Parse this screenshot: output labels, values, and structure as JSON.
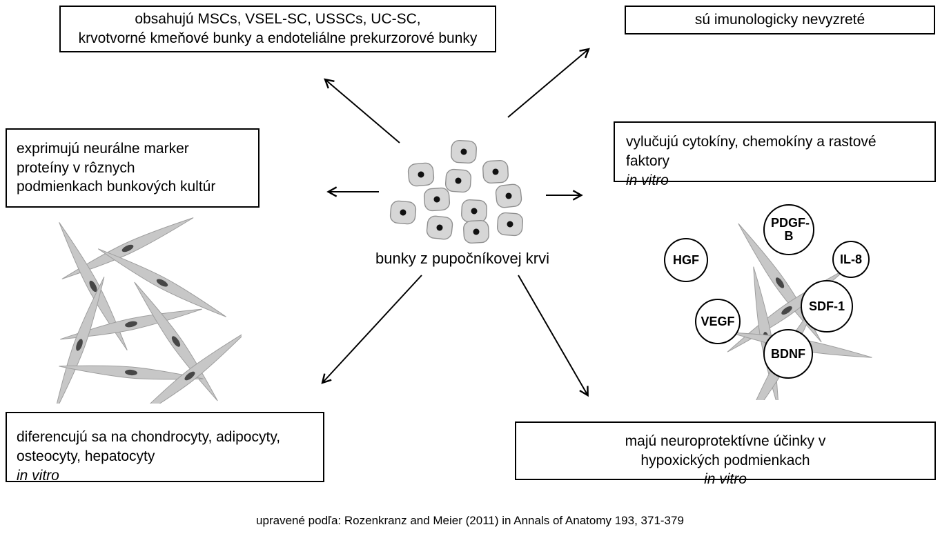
{
  "diagram": {
    "center_label": "bunky z pupočníkovej krvi",
    "caption": "upravené podľa: Rozenkranz and Meier (2011) in Annals of Anatomy 193, 371-379"
  },
  "boxes": {
    "contains": {
      "text": "obsahujú  MSCs, VSEL-SC, USSCs, UC-SC,\nkrvotvorné kmeňové bunky a endoteliálne prekurzorové bunky"
    },
    "immature": {
      "text": "sú imunologicky nevyzreté"
    },
    "neural": {
      "text": "exprimujú neurálne marker\nproteíny v rôznych\npodmienkach bunkových kultúr"
    },
    "secretes": {
      "text": "vylučujú cytokíny, chemokíny a rastové\nfaktory",
      "italic": "in vitro"
    },
    "differentiation": {
      "text": "diferencujú sa na chondrocyty, adipocyty,\nosteocyty, hepatocyty",
      "italic": "in vitro"
    },
    "neuroprotective": {
      "text": "majú neuroprotektívne účinky v\nhypoxických podmienkach",
      "italic": "in vitro"
    }
  },
  "factors": {
    "hgf": "HGF",
    "pdgfb": "PDGF-B",
    "il8": "IL-8",
    "sdf1": "SDF-1",
    "vegf": "VEGF",
    "bdnf": "BDNF"
  }
}
